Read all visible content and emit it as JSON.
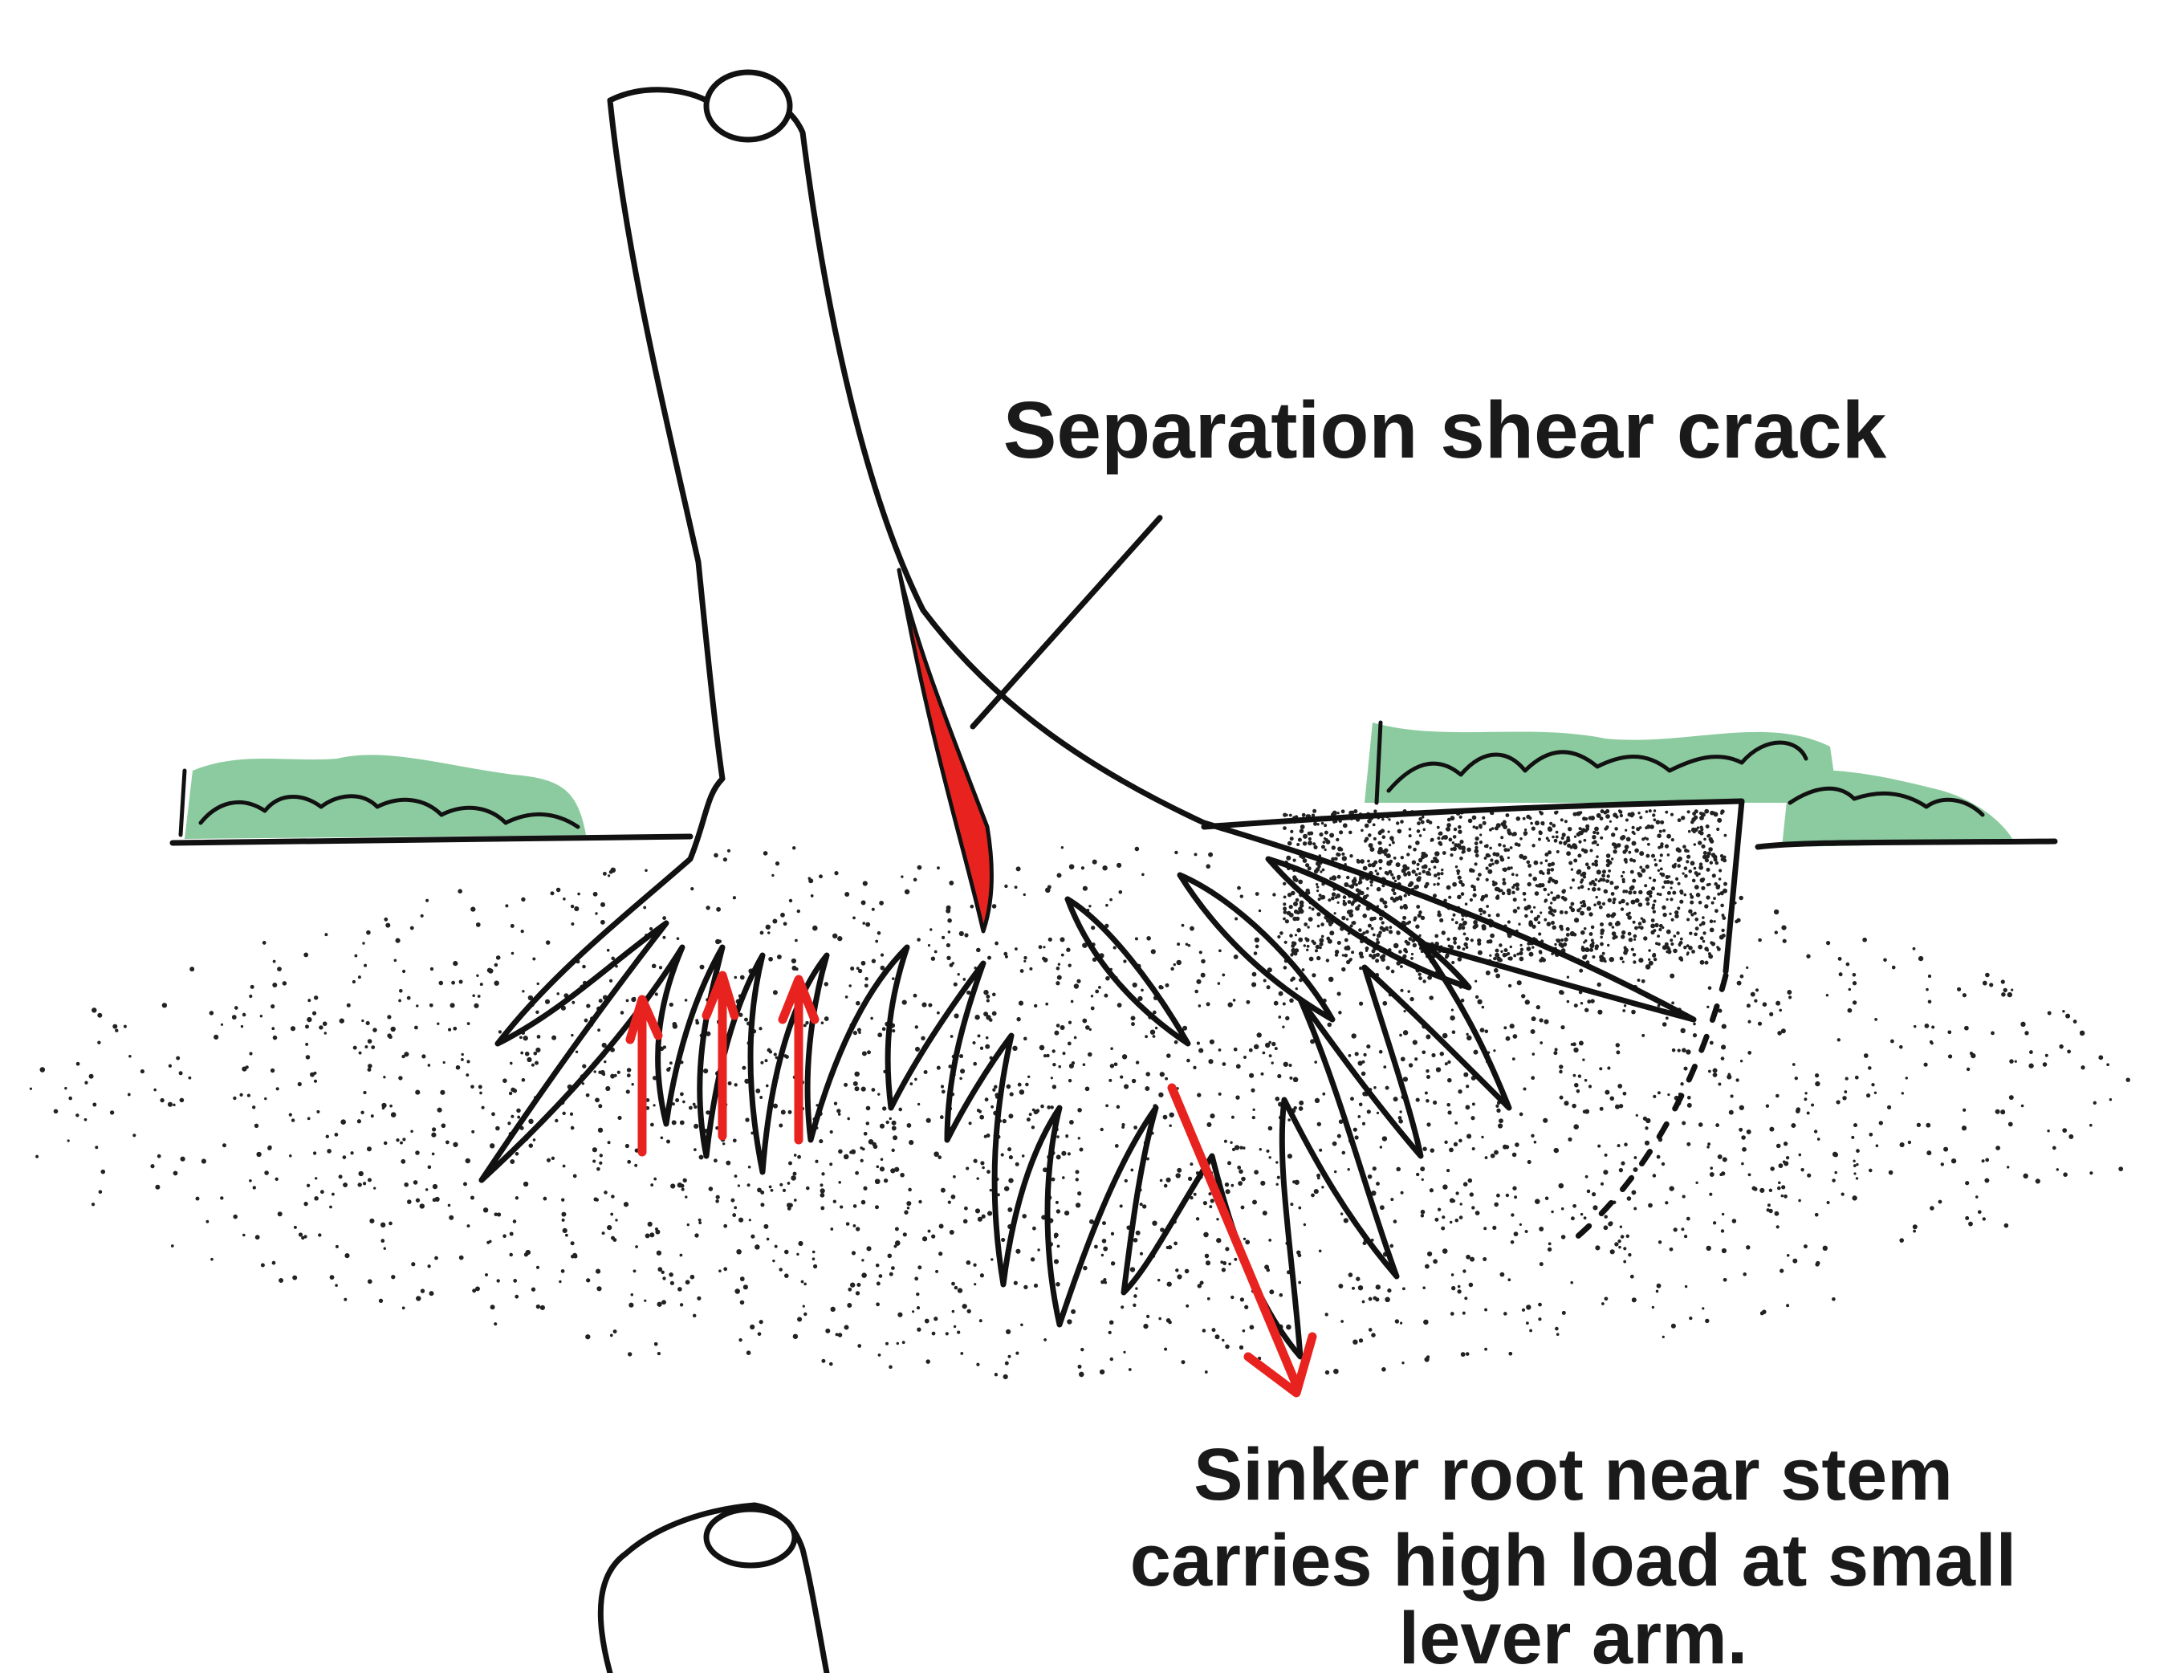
{
  "labels": {
    "shear_crack": "Separation shear crack",
    "sinker_root_line1": "Sinker root near stem",
    "sinker_root_line2": "carries high load at small",
    "sinker_root_line3": "lever arm."
  },
  "colors": {
    "wood": "#f6e6a3",
    "outline": "#111111",
    "stress": "#e8231f",
    "grass": "#8ccb9f",
    "soil_dots": "#222222",
    "background": "#ffffff"
  },
  "icons": {
    "tree_stem": "cut-stem-icon",
    "roots": "root-plate-icon",
    "upward_forces": "up-arrow-icon",
    "downward_force": "down-arrow-icon",
    "crack": "crack-icon",
    "grass": "grass-icon",
    "soil": "soil-stipple"
  }
}
